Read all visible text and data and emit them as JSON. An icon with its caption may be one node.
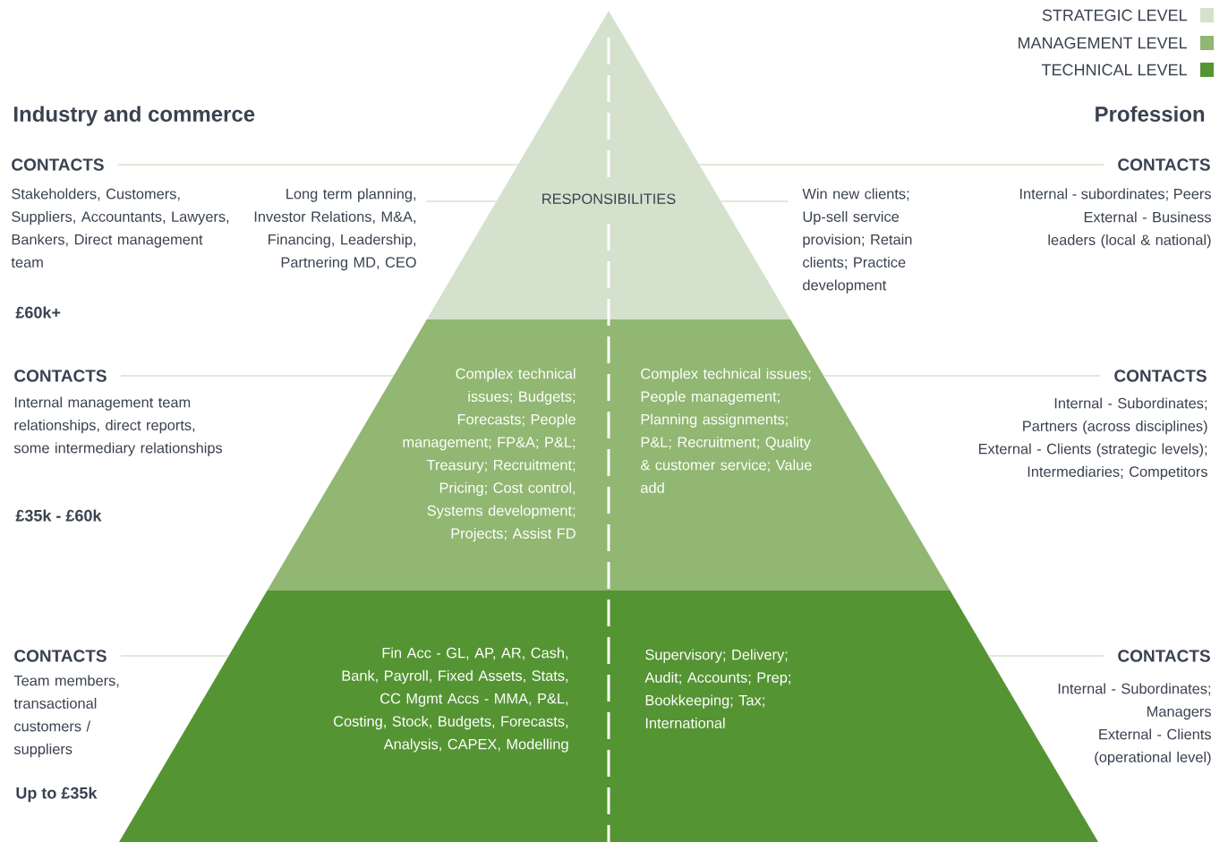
{
  "diagram": {
    "nodes": [
      {
        "text": [
          "RESPONSIBILITIES"
        ],
        "beside": [
          "Long term planning, Investor Relations, M&A, Financing, Leadership, Partnering MD, CEO",
          "Win new clients; Up-sell service provision; Retain clients; Practice development"
        ]
      },
      {
        "text": [
          "Complex technical issues; Budgets; Forecasts; People management; FP&A; P&L; Treasury; Recruitment; Pricing; Cost control, Systems development; Projects; Assist FD",
          "Complex technical issues; People management; Planning assignments; P&L; Recruitment; Quality & customer service; Value add"
        ]
      },
      {
        "text": [
          "Fin Acc - GL, AP, AR, Cash, Bank, Payroll, Fixed Assets, Stats, CC Mgmt Accs - MMA, P&L, Costing, Stock, Budgets, Forecasts, Analysis, CAPEX, Modelling",
          "Supervisory; Delivery; Audit; Accounts; Prep; Bookkeeping; Tax; International"
        ]
      },
      {
        "text": [
          "CONTACTS"
        ]
      },
      {
        "text": [
          "CONTACTS"
        ]
      },
      {
        "text": [
          "CONTACTS"
        ]
      },
      {
        "text": [
          "CONTACTS"
        ]
      },
      {
        "text": [
          "CONTACTS"
        ]
      },
      {
        "text": [
          "CONTACTS"
        ]
      }
    ],
    "edges": [
      {
        "from": 3,
        "to": 0,
        "arrow": "none"
      },
      {
        "from": 4,
        "to": 0,
        "arrow": "none"
      },
      {
        "from": 5,
        "to": 1,
        "arrow": "none"
      },
      {
        "from": 6,
        "to": 1,
        "arrow": "none"
      },
      {
        "from": 7,
        "to": 2,
        "arrow": "none"
      },
      {
        "from": 8,
        "to": 2,
        "arrow": "none"
      }
    ],
    "labels": [
      "Industry and commerce",
      "Profession",
      "Stakeholders, Customers, Suppliers, Accountants, Lawyers, Bankers, Direct management team",
      "Internal - subordinates; Peers",
      "External - Business leaders (local & national)",
      "£60k+",
      "Internal management team relationships, direct reports, some intermediary relationships",
      "Internal - Subordinates; Partners (across disciplines)",
      "External - Clients (strategic levels); Intermediaries; Competitors",
      "£35k - £60k",
      "Team members, transactional customers / suppliers",
      "Internal - Subordinates; Managers",
      "External - Clients (operational level)",
      "Up to £35k"
    ],
    "legend": [
      {
        "text": "STRATEGIC LEVEL",
        "color": "#d4e2cd"
      },
      {
        "text": "MANAGEMENT LEVEL",
        "color": "#91b772"
      },
      {
        "text": "TECHNICAL LEVEL",
        "color": "#559433"
      }
    ]
  }
}
